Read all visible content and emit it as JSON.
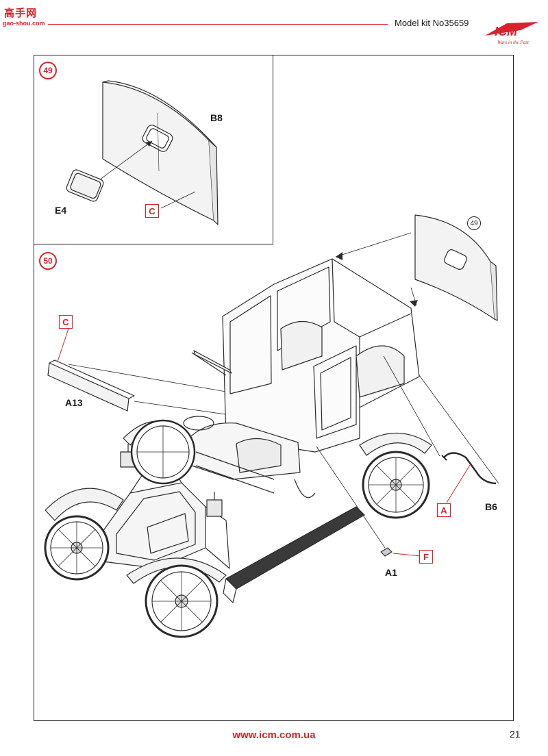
{
  "header": {
    "model_kit": "Model kit No35659",
    "watermark_top": "高手网",
    "watermark_bottom": "gao-shou.com",
    "logo_text": "ICM",
    "logo_tagline": "Wars in the Past"
  },
  "steps": {
    "step49": "49",
    "step50": "50",
    "ref49": "49"
  },
  "parts": {
    "b8": "B8",
    "e4": "E4",
    "a13": "A13",
    "b6": "B6",
    "a1": "A1"
  },
  "paint_codes": {
    "c_top": "C",
    "c_left": "C",
    "a": "A",
    "f": "F"
  },
  "footer": {
    "website": "www.icm.com.ua",
    "page_number": "21"
  },
  "colors": {
    "accent": "#d8232a",
    "ink": "#1a1a1a"
  }
}
